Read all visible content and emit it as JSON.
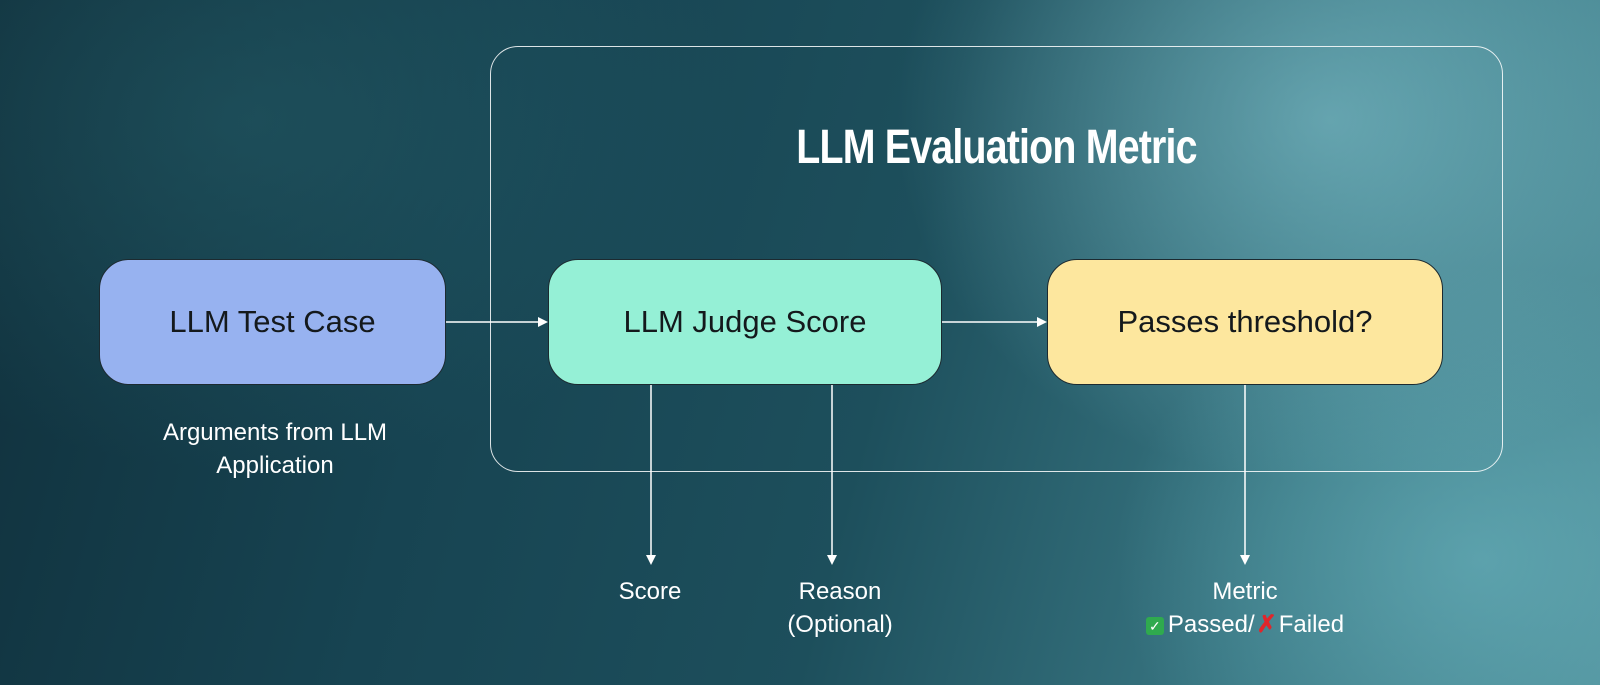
{
  "frame": {
    "title": "LLM Evaluation Metric"
  },
  "nodes": {
    "test_case": "LLM Test Case",
    "judge": "LLM Judge Score",
    "threshold": "Passes threshold?"
  },
  "labels": {
    "arguments_line1": "Arguments from LLM",
    "arguments_line2": "Application",
    "score": "Score",
    "reason_line1": "Reason",
    "reason_line2": "(Optional)",
    "metric_line1": "Metric",
    "passed": "Passed",
    "slash": "/",
    "failed": "Failed"
  },
  "icons": {
    "passed": "check-box-icon",
    "failed": "x-mark-icon"
  },
  "colors": {
    "test_case": "#97b2f0",
    "judge": "#95f0d6",
    "threshold": "#fde79e",
    "passed": "#2faa4e",
    "failed": "#e0262b"
  }
}
